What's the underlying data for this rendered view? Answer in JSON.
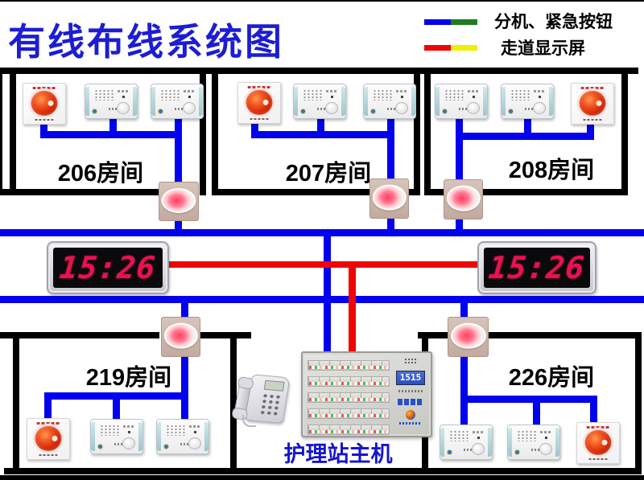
{
  "title": "有线布线系统图",
  "legend": [
    {
      "label": "分机、紧急按钮",
      "colors": [
        "#0202ee",
        "#1e7d1e"
      ]
    },
    {
      "label": "走道显示屏",
      "colors": [
        "#ee0606",
        "#f0ee08"
      ]
    }
  ],
  "rooms": {
    "r206": {
      "label": "206房间"
    },
    "r207": {
      "label": "207房间"
    },
    "r208": {
      "label": "208房间"
    },
    "r219": {
      "label": "219房间"
    },
    "r226": {
      "label": "226房间"
    }
  },
  "clocks": {
    "left": "15:26",
    "right": "15:26"
  },
  "console": {
    "label": "护理站主机",
    "lcd": "1515"
  },
  "colors": {
    "wire_blue": "#0202ee",
    "wire_red": "#ee0606",
    "legend_green": "#1e7d1e",
    "legend_yellow": "#f0ee08",
    "title_blue": "#1d1dd2",
    "clock_digits": "#e81250",
    "nurse_station_label": "#1515cc"
  }
}
